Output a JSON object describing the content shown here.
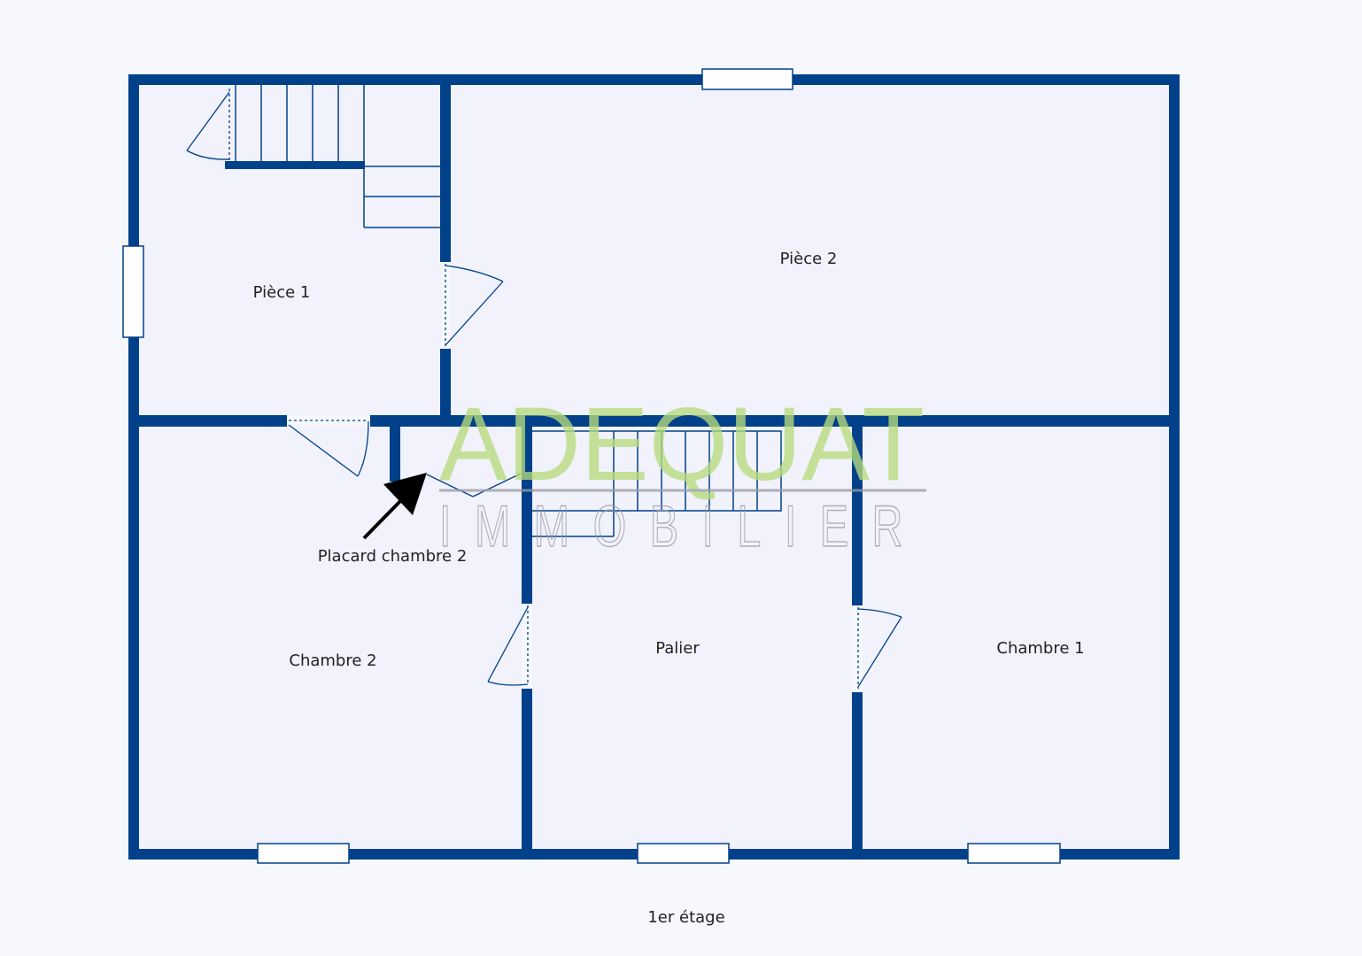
{
  "rooms": {
    "piece1": "Pièce 1",
    "piece2": "Pièce 2",
    "chambre2": "Chambre 2",
    "palier": "Palier",
    "chambre1": "Chambre 1"
  },
  "annotations": {
    "placard": "Placard chambre 2"
  },
  "floor_label": "1er étage",
  "watermark": {
    "brand": "ADEQUAT",
    "subtitle": "IMMOBILIER"
  },
  "colors": {
    "wall": "#00418a",
    "room_fill": "#f1f2fc",
    "background": "#f7f8fe",
    "watermark_green": "#b8db7d",
    "watermark_gray": "#9a9da2"
  }
}
